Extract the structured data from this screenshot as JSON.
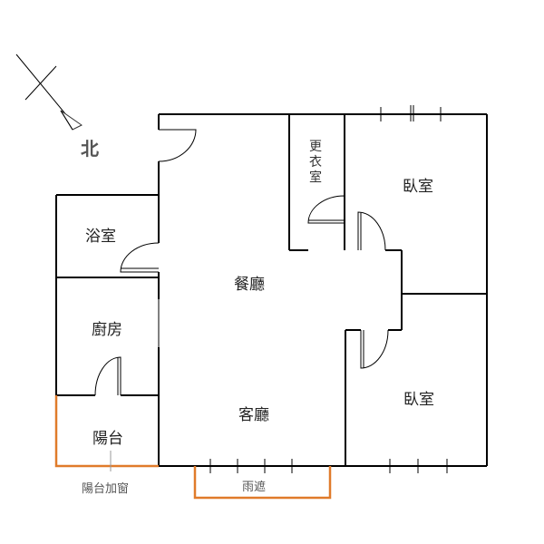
{
  "compass": {
    "north_label": "北"
  },
  "rooms": {
    "bathroom": "浴室",
    "kitchen": "廚房",
    "balcony": "陽台",
    "dining": "餐廳",
    "living": "客廳",
    "closet": "更衣室",
    "bedroom_1": "臥室",
    "bedroom_2": "臥室"
  },
  "annotations": {
    "balcony_window": "陽台加窗",
    "canopy": "雨遮"
  },
  "colors": {
    "wall": "#000000",
    "highlight": "#e07b2a"
  }
}
